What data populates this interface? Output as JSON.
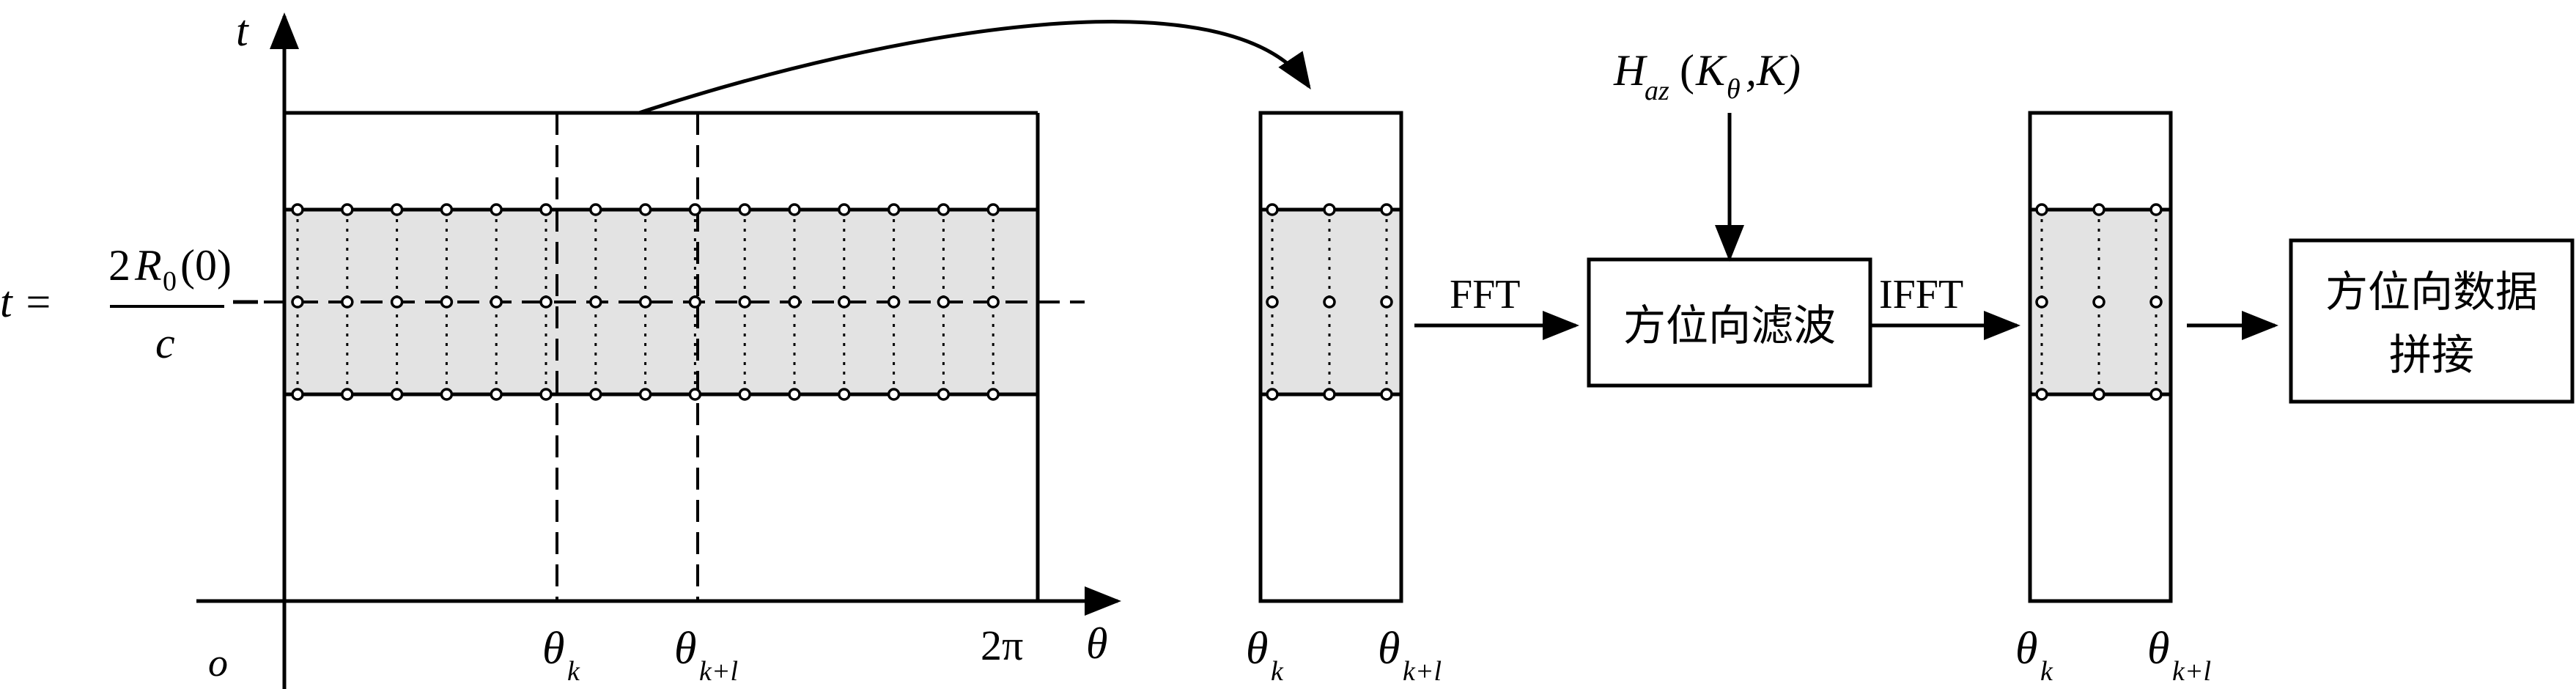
{
  "axes": {
    "t_label": "t",
    "theta_label": "θ",
    "origin_label": "o",
    "two_pi_label": "2π",
    "theta_k_base": "θ",
    "theta_k_sub": "k",
    "theta_kl_base": "θ",
    "theta_kl_sub": "k+l"
  },
  "equation": {
    "lhs": "t =",
    "num_coef": "2",
    "num_R": "R",
    "num_sub": "0",
    "num_arg": "(0)",
    "den": "c"
  },
  "filter_fn": {
    "H": "H",
    "H_sub": "az",
    "paren_open": "(",
    "K": "K",
    "K_sub": "θ",
    "tail": ",K)"
  },
  "blocks": {
    "fft_label": "FFT",
    "filter_label": "方位向滤波",
    "ifft_label": "IFFT",
    "stitch_line1": "方位向数据",
    "stitch_line2": "拼接"
  },
  "colors": {
    "band_fill": "#e3e3e3",
    "line": "#000000"
  }
}
